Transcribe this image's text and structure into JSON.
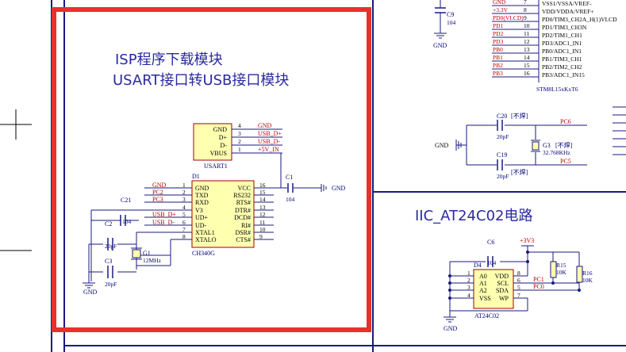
{
  "colors": {
    "wire": "#1a1a80",
    "net_label": "#c00000",
    "part_text": "#00007a",
    "pin_text": "#000000",
    "chip_fill": "#ffffb0",
    "chip_border": "#a00000",
    "frame": "#1a1a80",
    "highlight_box": "#e83030",
    "title": "#2a2aa0"
  },
  "isp_module": {
    "title_line1": "ISP程序下载模块",
    "title_line2": "USART接口转USB接口模块"
  },
  "iic_module": {
    "title": "IIC_AT24C02电路"
  },
  "usart1": {
    "designator": "USART1",
    "pins": [
      {
        "num": "4",
        "name": "GND",
        "net": "GND"
      },
      {
        "num": "3",
        "name": "D+",
        "net": "USB_D+"
      },
      {
        "num": "2",
        "name": "D-",
        "net": "USB_D-"
      },
      {
        "num": "1",
        "name": "VBUS",
        "net": "+5V_IN"
      }
    ]
  },
  "d1": {
    "designator": "D1",
    "part": "CH340G",
    "left_pins": [
      {
        "num": "1",
        "name": "GND",
        "net": "GND"
      },
      {
        "num": "2",
        "name": "TXD",
        "net": "PC2"
      },
      {
        "num": "3",
        "name": "RXD",
        "net": "PC3"
      },
      {
        "num": "4",
        "name": "V3",
        "net": ""
      },
      {
        "num": "5",
        "name": "UD+",
        "net": "USB_D+"
      },
      {
        "num": "6",
        "name": "UD-",
        "net": "USB_D-"
      },
      {
        "num": "7",
        "name": "XTAL1",
        "net": ""
      },
      {
        "num": "8",
        "name": "XTALO",
        "net": ""
      }
    ],
    "right_pins": [
      {
        "num": "16",
        "name": "VCC"
      },
      {
        "num": "15",
        "name": "RS232"
      },
      {
        "num": "14",
        "name": "RTS#"
      },
      {
        "num": "13",
        "name": "DTR#"
      },
      {
        "num": "12",
        "name": "DCD#"
      },
      {
        "num": "11",
        "name": "RI#"
      },
      {
        "num": "10",
        "name": "DSR#"
      },
      {
        "num": "9",
        "name": "CTS#"
      }
    ]
  },
  "isp_parts": {
    "c1": {
      "ref": "C1",
      "value": "104"
    },
    "c21": {
      "ref": "C21",
      "value": "104"
    },
    "c2": {
      "ref": "C2",
      "value": "20pF"
    },
    "c3": {
      "ref": "C3",
      "value": "20pF"
    },
    "g1": {
      "ref": "G1",
      "value": "12MHz"
    },
    "gnd_label": "GND",
    "gnd_c1": "GND"
  },
  "mcu": {
    "part": "STM8L15xKxT6",
    "rows": [
      {
        "net": "GND",
        "num": "7",
        "name": "VSS1/VSSA/VREF-"
      },
      {
        "net": "+3.3V",
        "num": "8",
        "name": "VDD/VDDA/VREF+"
      },
      {
        "net": "PD0(VLCD)",
        "num": "9",
        "name": "PD0/TIM3_CH2A_H(1)VLCD"
      },
      {
        "net": "PD1",
        "num": "10",
        "name": "PD1/TIM3_CH3N"
      },
      {
        "net": "PD2",
        "num": "11",
        "name": "PD2/TIM1_CH1"
      },
      {
        "net": "PD3",
        "num": "12",
        "name": "PD3/ADC1_IN1"
      },
      {
        "net": "PB0",
        "num": "13",
        "name": "PB0/ADC1_IN1"
      },
      {
        "net": "PB1",
        "num": "14",
        "name": "PB1/TIM3_CH1"
      },
      {
        "net": "PB2",
        "num": "15",
        "name": "PB2/TIM2_CH2"
      },
      {
        "net": "PB3",
        "num": "16",
        "name": "PB3/ADC1_IN15"
      }
    ],
    "c9": {
      "ref": "C9",
      "value": "104"
    }
  },
  "clock": {
    "c20": {
      "ref": "C20",
      "note": "[不焊]",
      "value": "20pF"
    },
    "c19": {
      "ref": "C19",
      "note": "[不焊]",
      "value": "20pF"
    },
    "g3": {
      "ref": "G3",
      "note": "[不焊]",
      "value": "32.768KHz"
    },
    "net_pc6": "PC6",
    "net_pc5": "PC5",
    "gnd": "GND"
  },
  "eeprom": {
    "designator": "D4",
    "part": "AT24C02",
    "c6": {
      "ref": "C6",
      "value": "104"
    },
    "vcc": "+3V3",
    "r15": {
      "ref": "R15",
      "value": "10K"
    },
    "r16": {
      "ref": "R16",
      "value": "10K"
    },
    "net_pc1": "PC1",
    "net_pc0": "PC0",
    "left_pins": [
      {
        "num": "1",
        "name": "A0"
      },
      {
        "num": "2",
        "name": "A1"
      },
      {
        "num": "3",
        "name": "A2"
      },
      {
        "num": "4",
        "name": "VSS"
      }
    ],
    "right_pins": [
      {
        "num": "8",
        "name": "VDD"
      },
      {
        "num": "6",
        "name": "SCL"
      },
      {
        "num": "5",
        "name": "SDA"
      },
      {
        "num": "7",
        "name": "WP"
      }
    ],
    "gnd": "GND"
  }
}
